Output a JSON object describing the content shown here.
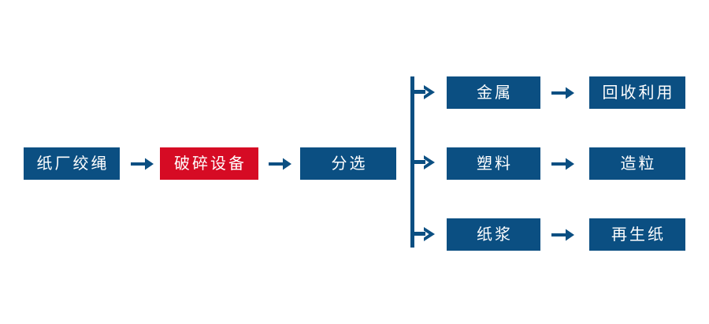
{
  "diagram": {
    "title": "paper-mill rope recycling process flow",
    "colors": {
      "primary_blue": "#0b4f82",
      "highlight_red": "#d60b24",
      "background": "#ffffff",
      "text": "#ffffff"
    },
    "nodes": {
      "input": "纸厂绞绳",
      "crusher": "破碎设备",
      "sorting": "分选",
      "metal": "金属",
      "metal_output": "回收利用",
      "plastic": "塑料",
      "plastic_output": "造粒",
      "pulp": "纸浆",
      "pulp_output": "再生纸"
    },
    "connectors": {
      "arrow_glyph": "→",
      "branch_glyph": "├→",
      "arrow_input_to_crusher": "arrow-right",
      "arrow_crusher_to_sorting": "arrow-right",
      "arrow_metal_to_output": "arrow-right",
      "arrow_plastic_to_output": "arrow-right",
      "arrow_pulp_to_output": "arrow-right"
    },
    "branches": [
      {
        "material": "金属",
        "result": "回收利用"
      },
      {
        "material": "塑料",
        "result": "造粒"
      },
      {
        "material": "纸浆",
        "result": "再生纸"
      }
    ]
  }
}
